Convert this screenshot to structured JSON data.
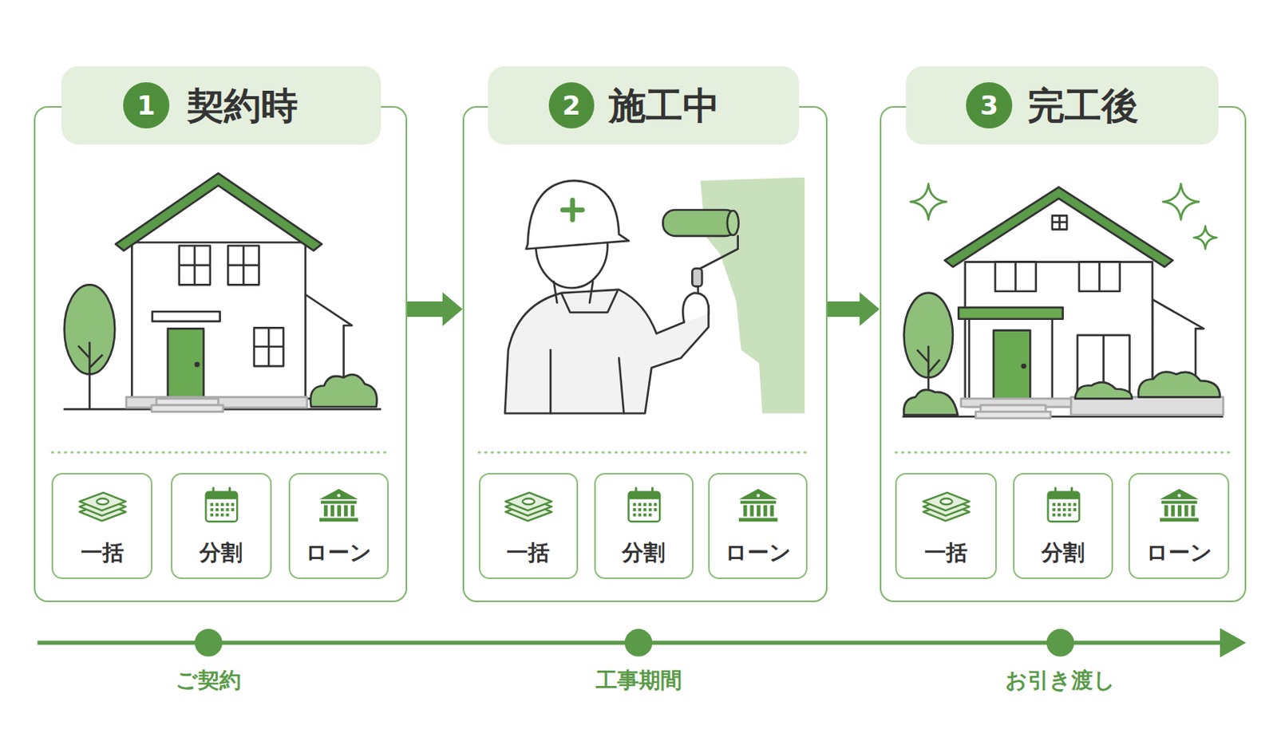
{
  "diagram": {
    "nodes": [
      {
        "text": [
          "契約時"
        ]
      },
      {
        "text": [
          "1"
        ],
        "in": 0
      },
      {
        "text": [
          "一括"
        ],
        "in": 0
      },
      {
        "text": [
          "分割"
        ],
        "in": 0
      },
      {
        "text": [
          "ローン"
        ],
        "in": 0
      },
      {
        "text": [
          "施工中"
        ]
      },
      {
        "text": [
          "2"
        ],
        "in": 5
      },
      {
        "text": [
          "一括"
        ],
        "in": 5
      },
      {
        "text": [
          "分割"
        ],
        "in": 5
      },
      {
        "text": [
          "ローン"
        ],
        "in": 5
      },
      {
        "text": [
          "完工後"
        ]
      },
      {
        "text": [
          "3"
        ],
        "in": 10
      },
      {
        "text": [
          "一括"
        ],
        "in": 10
      },
      {
        "text": [
          "分割"
        ],
        "in": 10
      },
      {
        "text": [
          "ローン"
        ],
        "in": 10
      }
    ],
    "edges": [
      {
        "from": 0,
        "to": 5,
        "arrow": "to"
      },
      {
        "from": 5,
        "to": 10,
        "arrow": "to"
      }
    ],
    "labels": [
      "ご契約",
      "工事期間",
      "お引き渡し"
    ]
  }
}
